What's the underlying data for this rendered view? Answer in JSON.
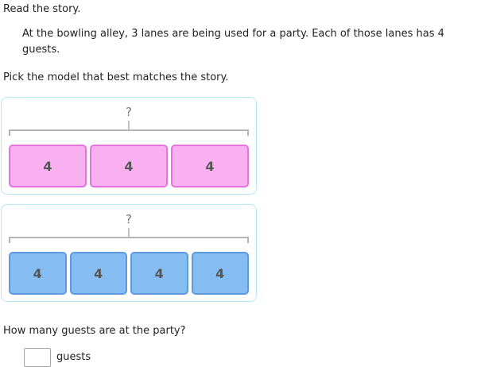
{
  "page": {
    "instruction_read": "Read the story.",
    "story": "At the bowling alley, 3 lanes are being used for a party. Each of those lanes has 4 guests.",
    "instruction_pick": "Pick the model that best matches the story.",
    "question": "How many guests are at the party?",
    "answer": {
      "value": "",
      "unit_label": "guests"
    }
  },
  "models": [
    {
      "id": "option-a",
      "bracket_label": "?",
      "segment_count": 3,
      "segments": [
        "4",
        "4",
        "4"
      ],
      "fill_color": "#f9b0f1",
      "border_color": "#e573de"
    },
    {
      "id": "option-b",
      "bracket_label": "?",
      "segment_count": 4,
      "segments": [
        "4",
        "4",
        "4",
        "4"
      ],
      "fill_color": "#85bdf3",
      "border_color": "#5c9ae2"
    }
  ],
  "colors": {
    "card_border": "#b8e7f7",
    "bracket_line": "#b4b4b4",
    "segment_text": "#555555",
    "question_mark": "#777777",
    "body_text": "#222222"
  }
}
